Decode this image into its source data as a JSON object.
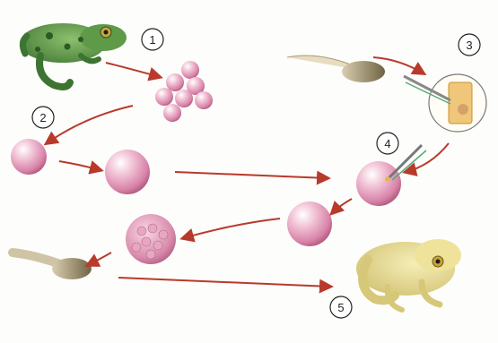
{
  "steps": [
    {
      "number": "1"
    },
    {
      "number": "2"
    },
    {
      "number": "3"
    },
    {
      "number": "4"
    },
    {
      "number": "5"
    }
  ],
  "colors": {
    "arrow": "#b83a2a",
    "cell": "#e9a9c4",
    "cell_dark": "#b7577f",
    "frog_green": "#4f8b3e",
    "frog_yellow": "#e9dc8c",
    "tadpole": "#8a7c57"
  }
}
